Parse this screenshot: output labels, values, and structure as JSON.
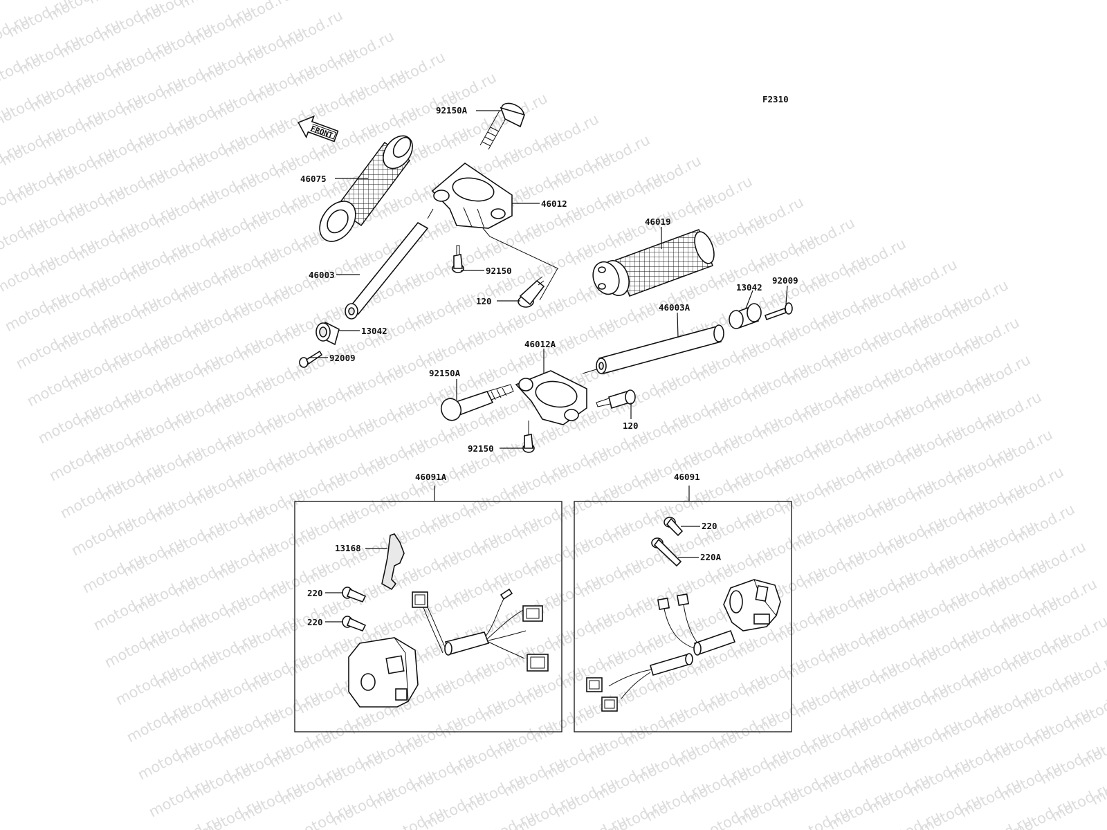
{
  "diagram": {
    "code": "F2310",
    "watermark": "motod.ru",
    "front_label": "FRONT",
    "labels": {
      "p92150A_top": "92150A",
      "p46075": "46075",
      "p46012": "46012",
      "p46003": "46003",
      "p92150_top": "92150",
      "p120_top": "120",
      "p13042_left": "13042",
      "p92009_left": "92009",
      "p46019": "46019",
      "p13042_right": "13042",
      "p92009_right": "92009",
      "p46003A": "46003A",
      "p46012A": "46012A",
      "p92150A_mid": "92150A",
      "p120_mid": "120",
      "p92150_mid": "92150",
      "p46091A": "46091A",
      "p46091": "46091",
      "p13168": "13168",
      "p220_l1": "220",
      "p220_l2": "220",
      "p220_r": "220",
      "p220A_r": "220A"
    }
  }
}
